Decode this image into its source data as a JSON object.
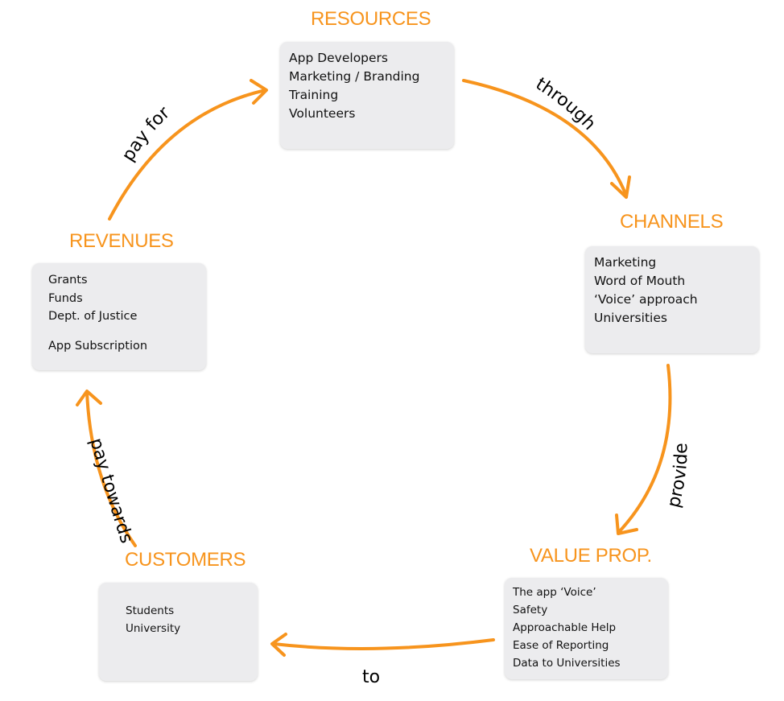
{
  "colors": {
    "accent": "#f7941d",
    "box_background": "#ececee",
    "text": "#111111"
  },
  "nodes": {
    "resources": {
      "title": "RESOURCES",
      "items": [
        "App Developers",
        "Marketing / Branding",
        "Training",
        "Volunteers"
      ]
    },
    "channels": {
      "title": "CHANNELS",
      "items": [
        "Marketing",
        "Word of Mouth",
        "‘Voice’ approach",
        "Universities"
      ]
    },
    "value_prop": {
      "title": "VALUE PROP.",
      "items": [
        "The app ‘Voice’",
        "Safety",
        "Approachable Help",
        "Ease of Reporting",
        "Data to Universities"
      ]
    },
    "customers": {
      "title": "CUSTOMERS",
      "items": [
        "Students",
        "University"
      ]
    },
    "revenues": {
      "title": "REVENUES",
      "items": [
        "Grants",
        "Funds",
        "Dept. of Justice"
      ],
      "extra_item": "App Subscription"
    }
  },
  "edges": {
    "resources_to_channels": "through",
    "channels_to_value_prop": "provide",
    "value_prop_to_customers": "to",
    "customers_to_revenues": "pay towards",
    "revenues_to_resources": "pay for"
  }
}
